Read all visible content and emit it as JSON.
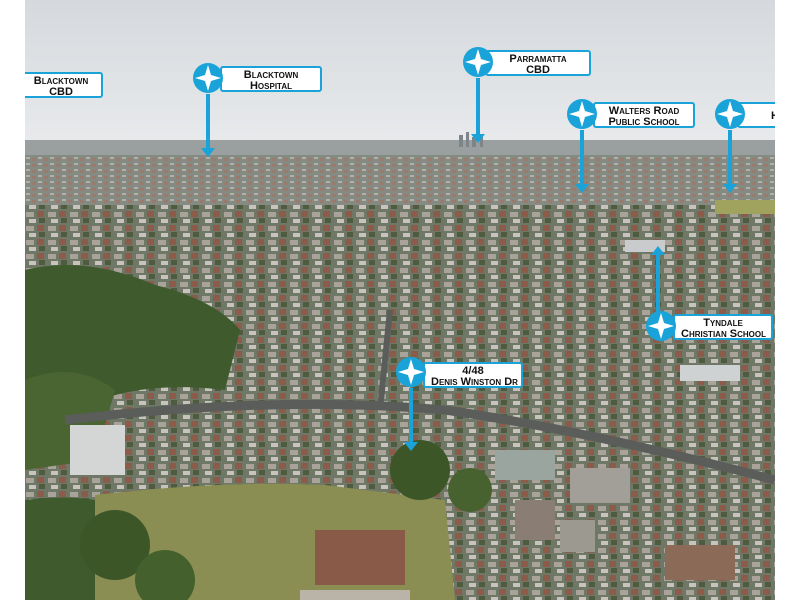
{
  "colors": {
    "accent": "#1aa3d9",
    "label_bg": "#ffffff",
    "sky": "#dfe3e6"
  },
  "icons": {
    "pin": "compass-star-icon"
  },
  "callouts": {
    "blacktown_cbd": {
      "line1": "Blacktown",
      "line2": "CBD"
    },
    "blacktown_hospital": {
      "line1": "Blacktown",
      "line2": "Hospital"
    },
    "parramatta_cbd": {
      "line1": "Parramatta",
      "line2": "CBD"
    },
    "walters_road": {
      "line1": "Walters Road",
      "line2": "Public School"
    },
    "edge_label": {
      "line1": "H"
    },
    "tyndale": {
      "line1": "Tyndale",
      "line2": "Christian School"
    },
    "property": {
      "line1": "4/48",
      "line2": "Denis Winston Dr"
    }
  }
}
